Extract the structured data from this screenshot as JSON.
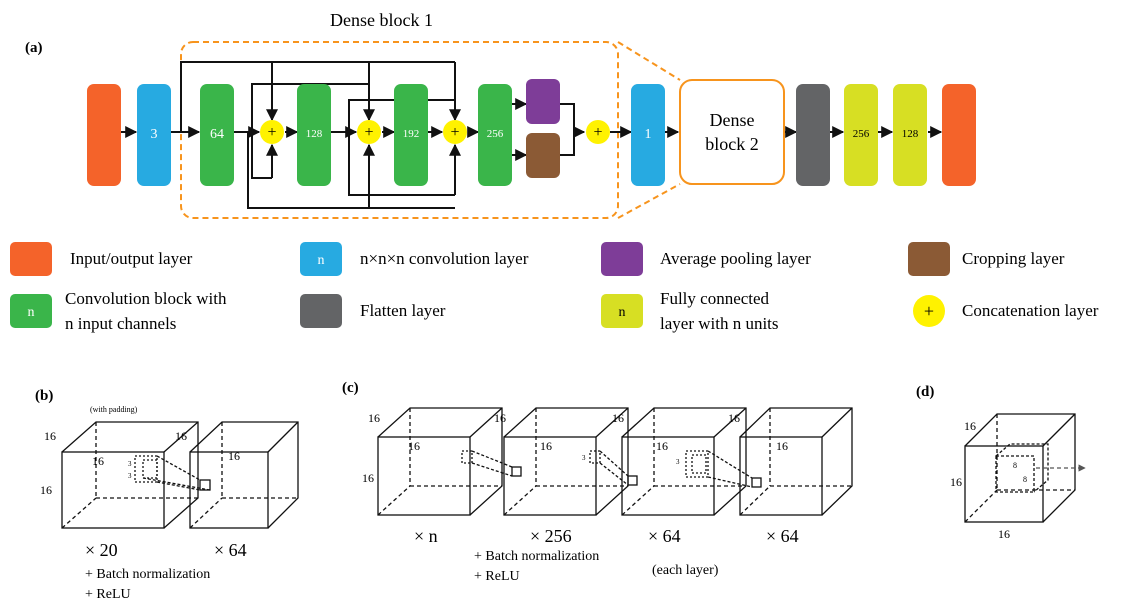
{
  "panels": {
    "a": "(a)",
    "b": "(b)",
    "c": "(c)",
    "d": "(d)"
  },
  "colors": {
    "input_output": "#F4632A",
    "convolution": "#27AAE1",
    "conv_block": "#3AB54A",
    "flatten": "#636466",
    "avg_pool": "#7E3D98",
    "cropping": "#8B5A35",
    "fully_connected": "#D7DF23",
    "concat": "#FFF200",
    "dense_border": "#F7941D"
  },
  "panel_a": {
    "dense_block1_title": "Dense block 1",
    "conv_label": "3",
    "block_labels": [
      "64",
      "128",
      "192",
      "256"
    ],
    "conv2_label": "1",
    "dense_block2_line1": "Dense",
    "dense_block2_line2": "block 2",
    "fc_labels": [
      "256",
      "128"
    ],
    "plus": "+"
  },
  "legend": {
    "swatch_n": "n",
    "input_output": "Input/output layer",
    "convolution": "n×n×n convolution layer",
    "avg_pool": "Average pooling layer",
    "cropping": "Cropping layer",
    "conv_block_line1": "Convolution block with",
    "conv_block_line2": "n input channels",
    "flatten": "Flatten layer",
    "fc_line1": "Fully connected",
    "fc_line2": "layer with n units",
    "concat": "Concatenation layer"
  },
  "panel_b": {
    "padding_note": "(with padding)",
    "dim16": "16",
    "small3": "3",
    "mult1": "× 20",
    "mult2": "× 64",
    "note1": "+ Batch normalization",
    "note2": "+ ReLU"
  },
  "panel_c": {
    "dim16": "16",
    "small3": "3",
    "mult_n": "× n",
    "mult_256": "× 256",
    "mult_64a": "× 64",
    "mult_64b": "× 64",
    "note1": "+ Batch normalization",
    "note2": "+ ReLU",
    "each_layer": "(each layer)"
  },
  "panel_d": {
    "dim16": "16",
    "dim8": "8"
  }
}
